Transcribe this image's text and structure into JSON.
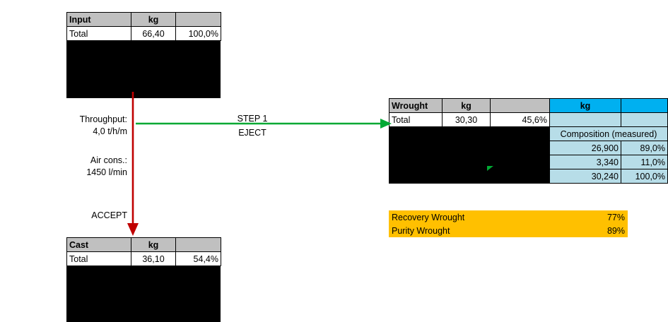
{
  "tables": {
    "input": {
      "header": {
        "label": "Input",
        "unit": "kg",
        "pct": ""
      },
      "rows": [
        {
          "label": "Total",
          "kg": "66,40",
          "pct": "100,0%"
        }
      ]
    },
    "cast": {
      "header": {
        "label": "Cast",
        "unit": "kg",
        "pct": ""
      },
      "rows": [
        {
          "label": "Total",
          "kg": "36,10",
          "pct": "54,4%"
        }
      ]
    },
    "wrought": {
      "header": {
        "label": "Wrought",
        "unit": "kg",
        "pct": "",
        "blue_unit": "kg",
        "blue_pct": ""
      },
      "rows": [
        {
          "label": "Total",
          "kg": "30,30",
          "pct": "45,6%"
        }
      ],
      "composition_title": "Composition (measured)",
      "composition": [
        {
          "kg": "26,900",
          "pct": "89,0%"
        },
        {
          "kg": "3,340",
          "pct": "11,0%"
        },
        {
          "kg": "30,240",
          "pct": "100,0%"
        }
      ]
    }
  },
  "summary": {
    "rows": [
      {
        "label": "Recovery Wrought",
        "value": "77%"
      },
      {
        "label": "Purity Wrought",
        "value": "89%"
      }
    ]
  },
  "notes": {
    "throughput_label": "Throughput:",
    "throughput_value": "4,0 t/h/m",
    "aircons_label": "Air cons.:",
    "aircons_value": "1450 l/min",
    "accept_label": "ACCEPT",
    "step_label": "STEP 1",
    "eject_label": "EJECT"
  },
  "colors": {
    "header_gray": "#c0c0c0",
    "header_blue": "#00b0f0",
    "cell_blue": "#b7dde8",
    "summary_yellow": "#ffc000",
    "arrow_green": "#00a933",
    "arrow_red": "#c00000",
    "black": "#000000"
  }
}
